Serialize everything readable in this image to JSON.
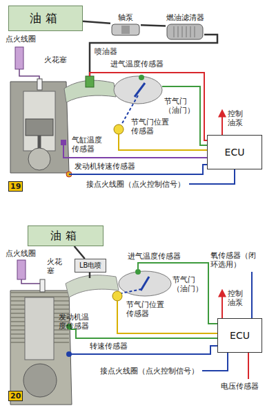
{
  "diagram": {
    "nodes": [
      {
        "text": [
          "油箱"
        ]
      },
      {
        "text": [
          "轴泵"
        ]
      },
      {
        "text": [
          "燃油滤清器"
        ]
      },
      {
        "text": [
          "ECU"
        ]
      },
      {
        "text": [
          "油箱"
        ]
      },
      {
        "text": [
          "LB电喷"
        ]
      },
      {
        "text": [
          "ECU"
        ]
      }
    ],
    "edges": [
      {
        "from": 0,
        "to": 1,
        "arrow": "none"
      },
      {
        "from": 1,
        "to": 2,
        "arrow": "none"
      },
      {
        "from": 4,
        "to": 5,
        "arrow": "none"
      }
    ],
    "labels": [
      "19",
      "点火线圈",
      "火花塞",
      "喷油器",
      "进气温度传感器",
      "节气门（油门）",
      "节气门位置传感器",
      "气缸温度传感器",
      "发动机转速传感器",
      "接点火线圈（点火控制信号）",
      "控制油泵",
      "20",
      "点火线圈",
      "火花塞",
      "进气温度传感器",
      "节气门（油门）",
      "节气门位置传感器",
      "氧传感器（闭环选用）",
      "控制油泵",
      "发动机温度传感器",
      "转速传感器",
      "接点火线圈（点火控制信号）",
      "电压传感器"
    ]
  }
}
